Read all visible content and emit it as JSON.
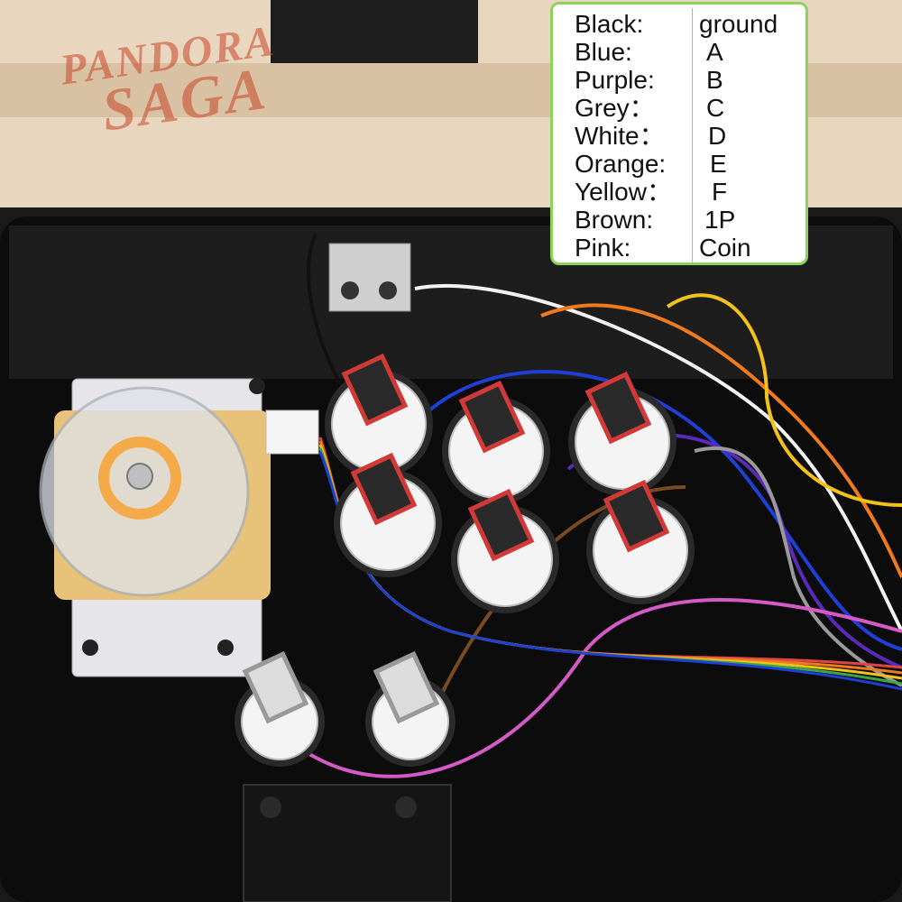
{
  "watermark": {
    "line1": "PANDORA",
    "line2": "SAGA"
  },
  "legend": {
    "rows": [
      {
        "color_name": "Black:",
        "function": "ground",
        "wire_color": "#111111"
      },
      {
        "color_name": "Blue:",
        "function": "A",
        "wire_color": "#1f3fd6"
      },
      {
        "color_name": "Purple:",
        "function": "B",
        "wire_color": "#5a2bb8"
      },
      {
        "color_name": "Grey：",
        "function": "C",
        "wire_color": "#9a9a9a"
      },
      {
        "color_name": "White：",
        "function": "D",
        "wire_color": "#f2f2f2"
      },
      {
        "color_name": "Orange:",
        "function": "E",
        "wire_color": "#f07a1e"
      },
      {
        "color_name": "Yellow：",
        "function": "F",
        "wire_color": "#f2c21a"
      },
      {
        "color_name": "Brown:",
        "function": "1P",
        "wire_color": "#7a4a22"
      },
      {
        "color_name": "Pink:",
        "function": "Coin",
        "wire_color": "#d65ac6"
      }
    ]
  }
}
